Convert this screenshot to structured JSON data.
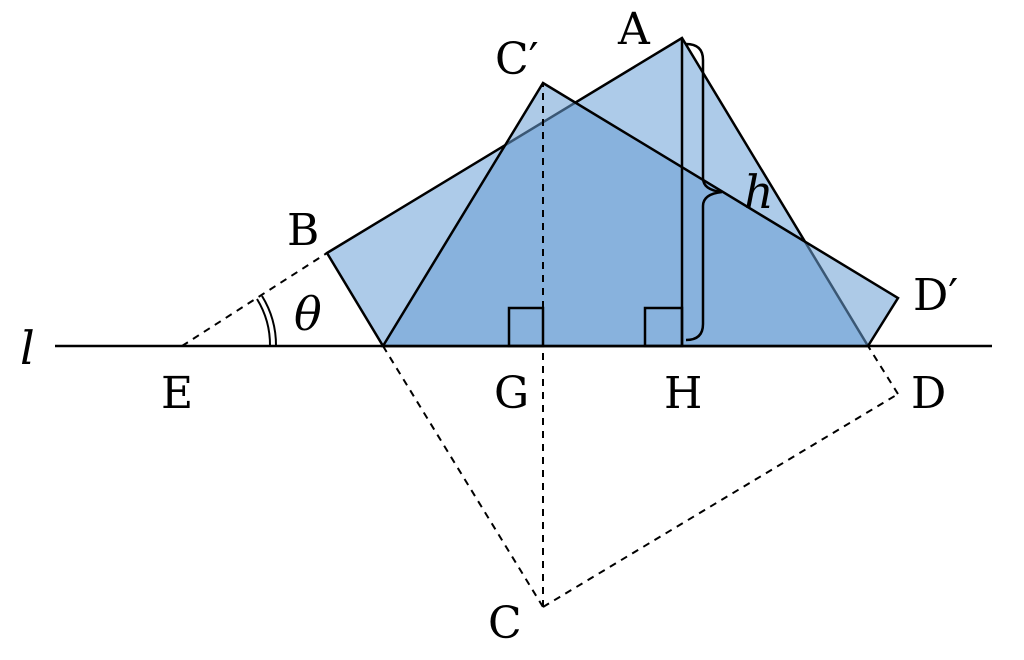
{
  "labels": {
    "A": "A",
    "B": "B",
    "C": "C",
    "C_prime": "C′",
    "D": "D",
    "D_prime": "D′",
    "E": "E",
    "G": "G",
    "H": "H",
    "line": "l",
    "angle": "θ",
    "height": "h"
  },
  "colors": {
    "light_fill": "#a9c8e8",
    "dark_fill": "#80b0dc",
    "stroke": "#000000"
  }
}
